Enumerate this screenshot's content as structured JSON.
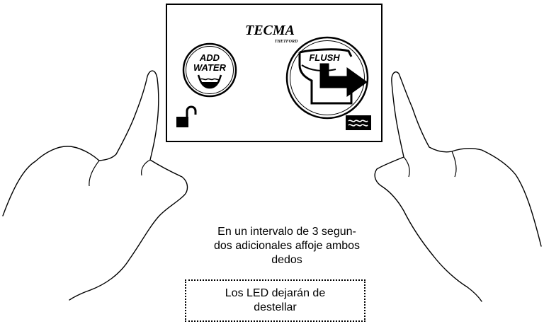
{
  "panel": {
    "brand": "TECMA",
    "brand_sub": "THETFORD",
    "add_water_line1": "ADD",
    "add_water_line2": "WATER",
    "flush_label": "FLUSH"
  },
  "icons": {
    "lock": "unlocked-padlock-icon",
    "water_level": "water-level-icon",
    "bowl": "bowl-water-icon",
    "flush_arrow": "flush-arrow-icon"
  },
  "instruction": "En un intervalo de 3 segun-dos adicionales affoje ambos dedos",
  "note": "Los LED dejarán de destellar",
  "colors": {
    "ink": "#000000",
    "paper": "#ffffff"
  }
}
